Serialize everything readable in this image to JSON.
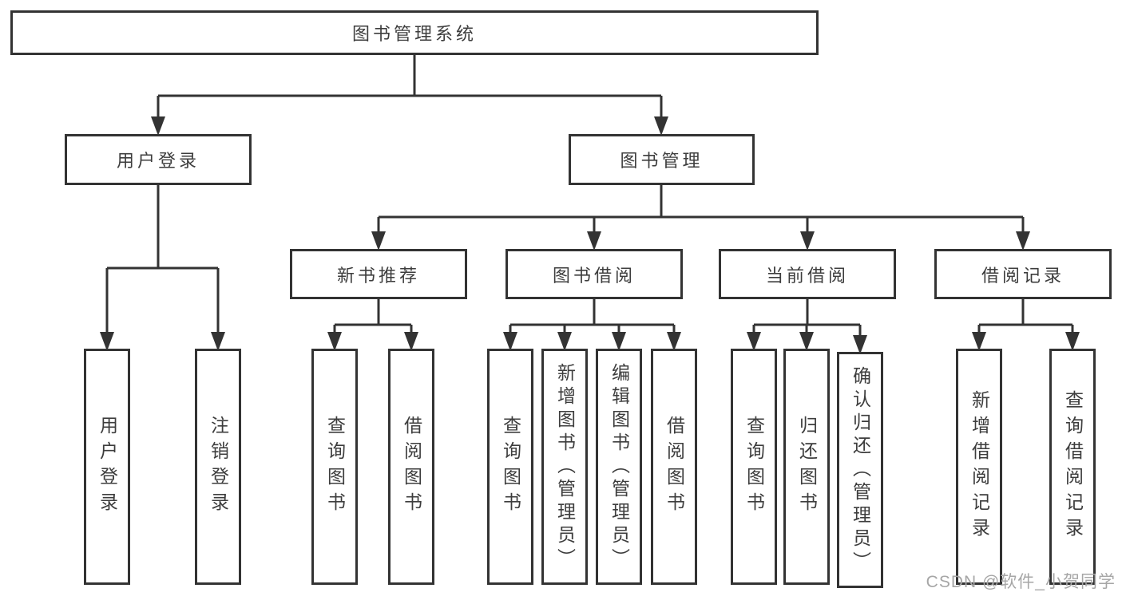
{
  "diagram_title": "图书管理系统",
  "tree": {
    "root": {
      "label": "图书管理系统",
      "children": [
        {
          "label": "用户登录",
          "children": [
            {
              "label": "用户登录"
            },
            {
              "label": "注销登录"
            }
          ]
        },
        {
          "label": "图书管理",
          "children": [
            {
              "label": "新书推荐",
              "children": [
                {
                  "label": "查询图书"
                },
                {
                  "label": "借阅图书"
                }
              ]
            },
            {
              "label": "图书借阅",
              "children": [
                {
                  "label": "查询图书"
                },
                {
                  "label": "新增图书（管理员）"
                },
                {
                  "label": "编辑图书（管理员）"
                },
                {
                  "label": "借阅图书"
                }
              ]
            },
            {
              "label": "当前借阅",
              "children": [
                {
                  "label": "查询图书"
                },
                {
                  "label": "归还图书"
                },
                {
                  "label": "确认归还（管理员）"
                }
              ]
            },
            {
              "label": "借阅记录",
              "children": [
                {
                  "label": "新增借阅记录"
                },
                {
                  "label": "查询借阅记录"
                }
              ]
            }
          ]
        }
      ]
    }
  },
  "watermark": {
    "text": "CSDN @软件_小贺同学"
  },
  "colors": {
    "line": "#333333",
    "border": "#333333",
    "text": "#3d3d3d",
    "box_background": "#ffffff",
    "page_background": "#ffffff",
    "watermark": "#a6a6a6"
  }
}
